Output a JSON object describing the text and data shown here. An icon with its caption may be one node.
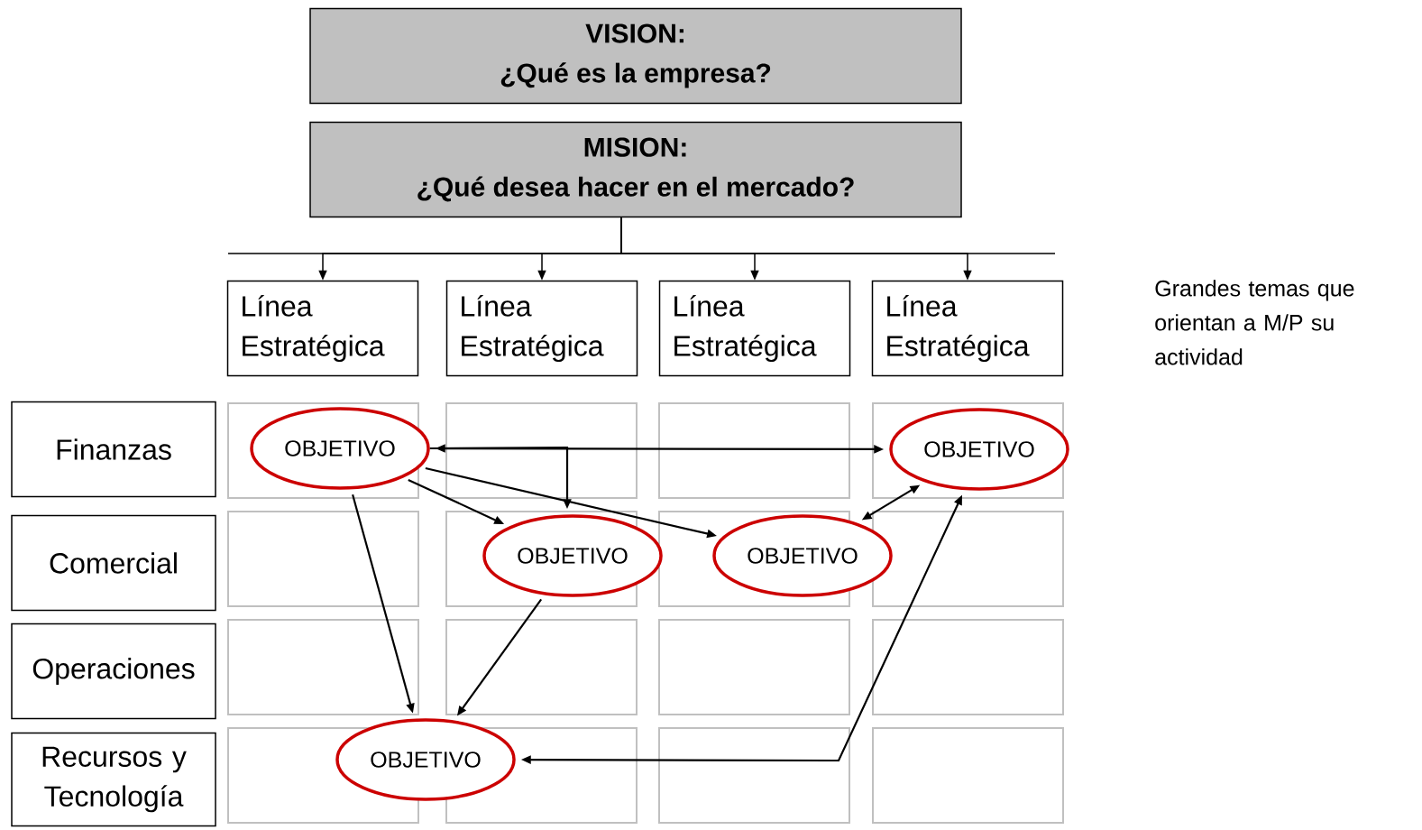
{
  "diagram": {
    "nodes": [
      {
        "text": [
          "VISION:",
          "¿Qué es la empresa?"
        ]
      },
      {
        "text": [
          "MISION:",
          "¿Qué desea hacer en el mercado?"
        ]
      },
      {
        "text": [
          "Línea Estratégica"
        ]
      },
      {
        "text": [
          "Línea Estratégica"
        ]
      },
      {
        "text": [
          "Línea Estratégica"
        ]
      },
      {
        "text": [
          "Línea Estratégica"
        ]
      },
      {
        "text": [
          "Finanzas"
        ]
      },
      {
        "text": [
          "Comercial"
        ]
      },
      {
        "text": [
          "Operaciones"
        ]
      },
      {
        "text": [
          "Recursos y Tecnología"
        ]
      },
      {
        "text": [
          "OBJETIVO"
        ]
      },
      {
        "text": [
          "OBJETIVO"
        ]
      },
      {
        "text": [
          "OBJETIVO"
        ]
      },
      {
        "text": [
          "OBJETIVO"
        ]
      },
      {
        "text": [
          "OBJETIVO"
        ]
      }
    ],
    "edges": [
      {
        "from": 1,
        "to": 2,
        "arrow": "to"
      },
      {
        "from": 1,
        "to": 3,
        "arrow": "to"
      },
      {
        "from": 1,
        "to": 4,
        "arrow": "to"
      },
      {
        "from": 1,
        "to": 5,
        "arrow": "to"
      },
      {
        "from": 10,
        "to": 11,
        "arrow": "both"
      },
      {
        "from": 10,
        "to": 12,
        "arrow": "to"
      },
      {
        "from": 10,
        "to": 12,
        "arrow": "to"
      },
      {
        "from": 10,
        "to": 13,
        "arrow": "to"
      },
      {
        "from": 13,
        "to": 11,
        "arrow": "both"
      },
      {
        "from": 10,
        "to": 14,
        "arrow": "to"
      },
      {
        "from": 12,
        "to": 14,
        "arrow": "to"
      },
      {
        "from": 14,
        "to": 11,
        "arrow": "both"
      }
    ],
    "labels": [
      "Grandes temas que orientan a M/P su actividad"
    ]
  }
}
